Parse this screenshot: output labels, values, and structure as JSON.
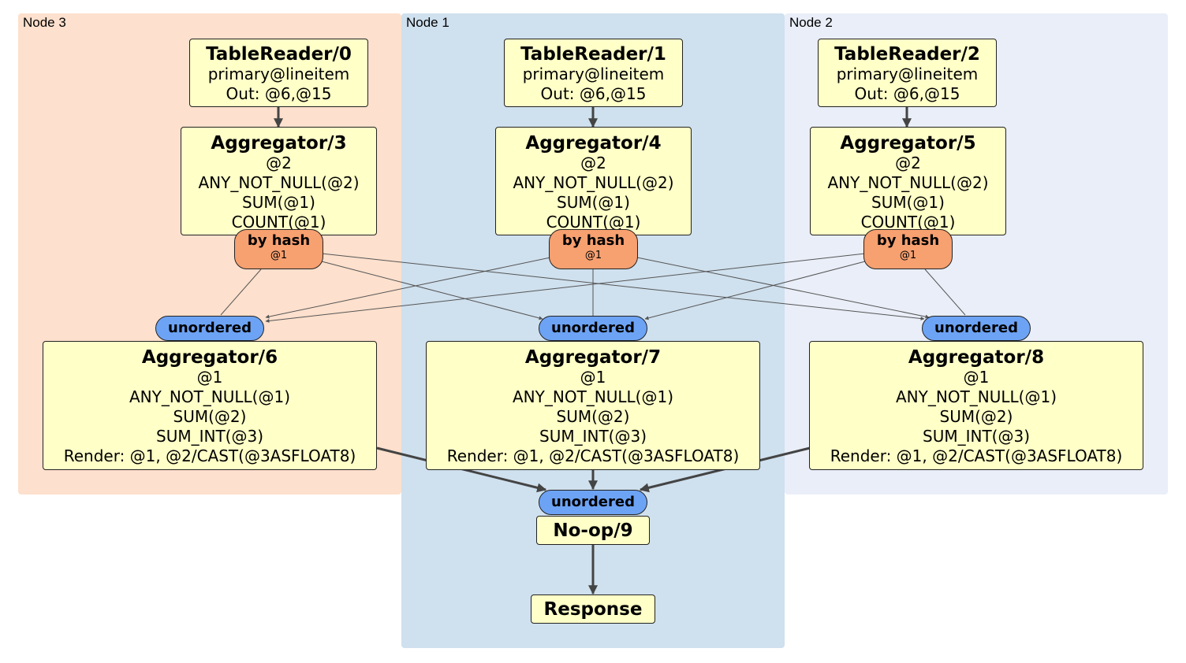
{
  "nodes": {
    "node3": "Node 3",
    "node1": "Node 1",
    "node2": "Node 2"
  },
  "colors": {
    "node3_bg": "#fde0cd",
    "node1_bg": "#cfe0ee",
    "node2_bg": "#e9eef8",
    "processor_fill": "#ffffc8",
    "router_fill": "#f7a070",
    "sync_fill": "#6da3f5"
  },
  "table_readers": [
    {
      "title": "TableReader/0",
      "lines": [
        "primary@lineitem",
        "Out: @6,@15"
      ]
    },
    {
      "title": "TableReader/1",
      "lines": [
        "primary@lineitem",
        "Out: @6,@15"
      ]
    },
    {
      "title": "TableReader/2",
      "lines": [
        "primary@lineitem",
        "Out: @6,@15"
      ]
    }
  ],
  "aggregators_stage1": [
    {
      "title": "Aggregator/3",
      "lines": [
        "@2",
        "ANY_NOT_NULL(@2)",
        "SUM(@1)",
        "COUNT(@1)"
      ]
    },
    {
      "title": "Aggregator/4",
      "lines": [
        "@2",
        "ANY_NOT_NULL(@2)",
        "SUM(@1)",
        "COUNT(@1)"
      ]
    },
    {
      "title": "Aggregator/5",
      "lines": [
        "@2",
        "ANY_NOT_NULL(@2)",
        "SUM(@1)",
        "COUNT(@1)"
      ]
    }
  ],
  "routers": [
    {
      "label": "by hash",
      "sub": "@1"
    },
    {
      "label": "by hash",
      "sub": "@1"
    },
    {
      "label": "by hash",
      "sub": "@1"
    }
  ],
  "syncs": [
    "unordered",
    "unordered",
    "unordered",
    "unordered"
  ],
  "aggregators_stage2": [
    {
      "title": "Aggregator/6",
      "lines": [
        "@1",
        "ANY_NOT_NULL(@1)",
        "SUM(@2)",
        "SUM_INT(@3)",
        "Render: @1, @2/CAST(@3ASFLOAT8)"
      ]
    },
    {
      "title": "Aggregator/7",
      "lines": [
        "@1",
        "ANY_NOT_NULL(@1)",
        "SUM(@2)",
        "SUM_INT(@3)",
        "Render: @1, @2/CAST(@3ASFLOAT8)"
      ]
    },
    {
      "title": "Aggregator/8",
      "lines": [
        "@1",
        "ANY_NOT_NULL(@1)",
        "SUM(@2)",
        "SUM_INT(@3)",
        "Render: @1, @2/CAST(@3ASFLOAT8)"
      ]
    }
  ],
  "noop": {
    "title": "No-op/9"
  },
  "response": {
    "title": "Response"
  }
}
